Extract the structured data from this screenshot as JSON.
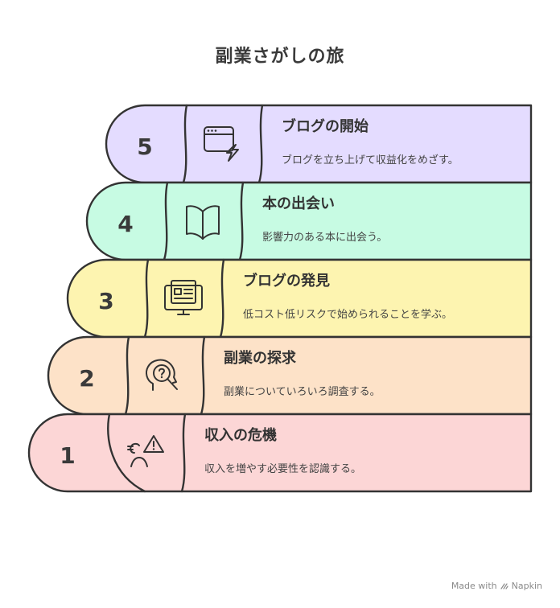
{
  "title": "副業さがしの旅",
  "watermark": {
    "prefix": "Made with",
    "brand": "Napkin"
  },
  "colors": {
    "step5": "#e4dcff",
    "step4": "#c7fbe3",
    "step3": "#fdf4b0",
    "step2": "#fde2c8",
    "step1": "#fcd6d6",
    "outline": "#333333"
  },
  "steps": [
    {
      "number": "5",
      "title": "ブログの開始",
      "description": "ブログを立ち上げて収益化をめざす。",
      "icon": "browser-lightning-icon"
    },
    {
      "number": "4",
      "title": "本の出会い",
      "description": "影響力のある本に出会う。",
      "icon": "open-book-icon"
    },
    {
      "number": "3",
      "title": "ブログの発見",
      "description": "低コスト低リスクで始められることを学ぶ。",
      "icon": "monitor-article-icon"
    },
    {
      "number": "2",
      "title": "副業の探求",
      "description": "副業についていろいろ調査する。",
      "icon": "head-question-search-icon"
    },
    {
      "number": "1",
      "title": "収入の危機",
      "description": "収入を増やす必要性を認識する。",
      "icon": "person-euro-warning-icon"
    }
  ]
}
